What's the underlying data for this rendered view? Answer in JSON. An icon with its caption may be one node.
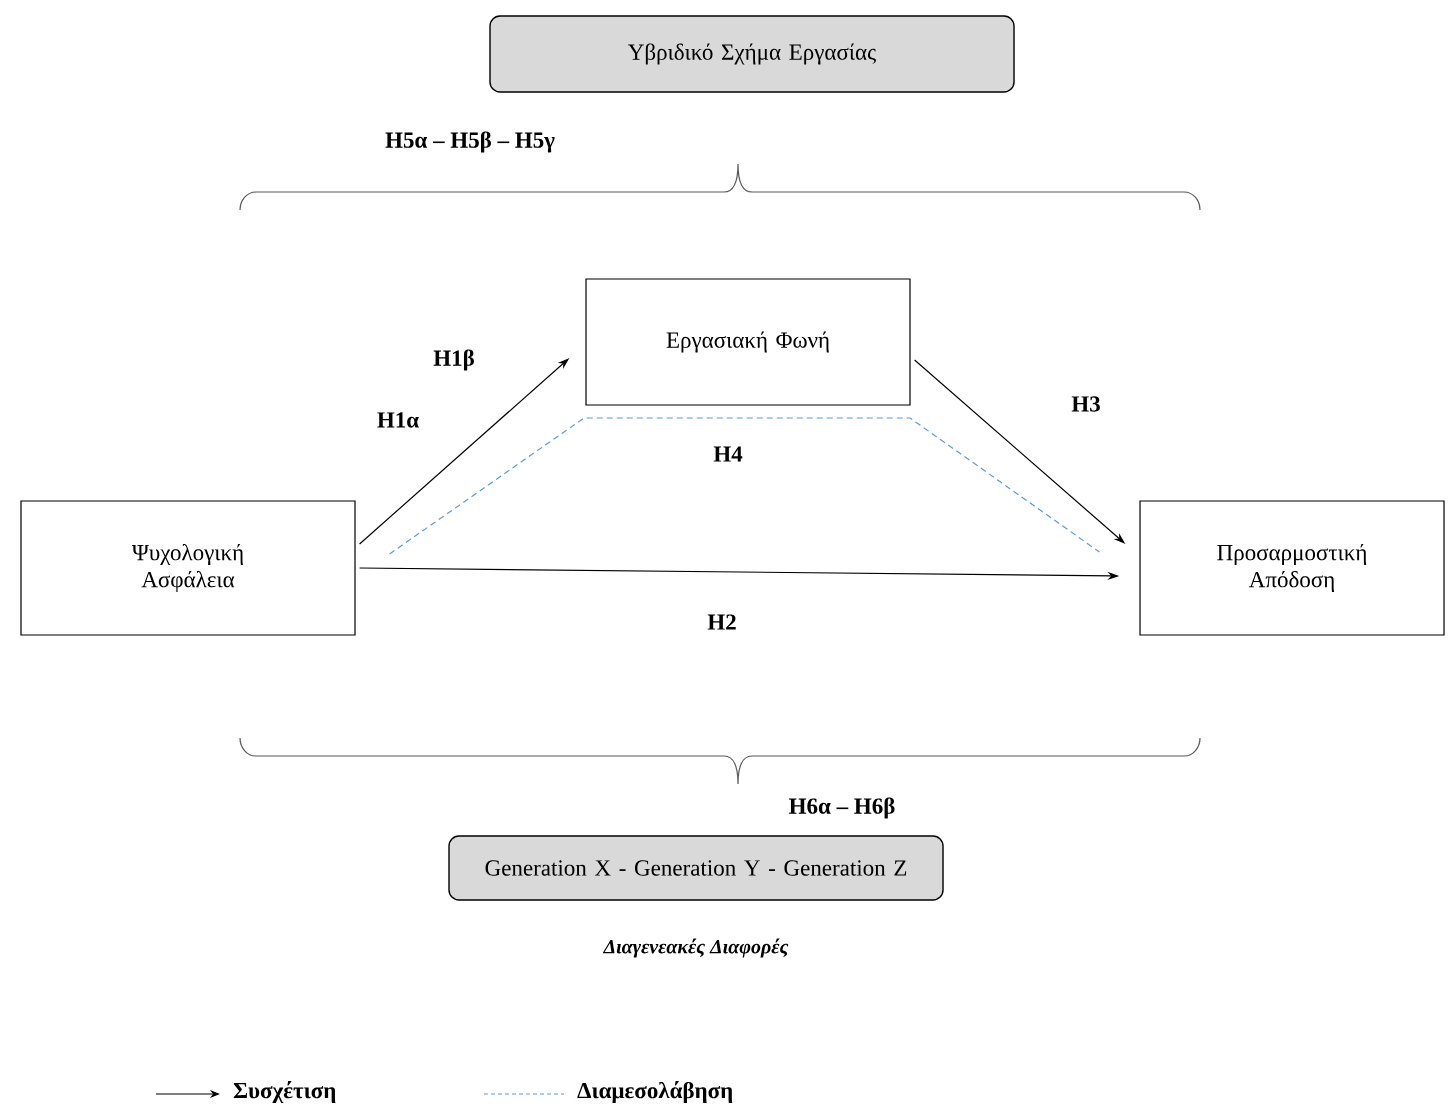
{
  "diagram": {
    "nodes": [
      {
        "text": [
          "Υβριδικό Σχήμα Εργασίας"
        ]
      },
      {
        "text": [
          "Εργασιακή Φωνή"
        ]
      },
      {
        "text": [
          "Ψυχολογική Ασφάλεια"
        ]
      },
      {
        "text": [
          "Προσαρμοστική Απόδοση"
        ]
      },
      {
        "text": [
          "Generation X -   Generation Y - Generation Z"
        ],
        "beside": [
          "Διαγενεακές Διαφορές"
        ]
      }
    ],
    "edges": [
      {
        "from": 2,
        "to": 1,
        "arrow": "to",
        "label": "H1α"
      },
      {
        "from": 1,
        "to": 3,
        "arrow": "to",
        "label": "H3"
      },
      {
        "from": 2,
        "to": 3,
        "arrow": "to",
        "label": "H2"
      },
      {
        "from": 2,
        "to": 3,
        "arrow": "none",
        "label": "H4",
        "style": "dashed",
        "color": "#5b9bd5"
      }
    ],
    "labels": [
      "H5α – H5β – H5γ",
      "H1β",
      "H6α – H6β"
    ],
    "legend": [
      {
        "text": "Συσχέτιση"
      },
      {
        "text": "Διαμεσολάβηση"
      }
    ]
  }
}
